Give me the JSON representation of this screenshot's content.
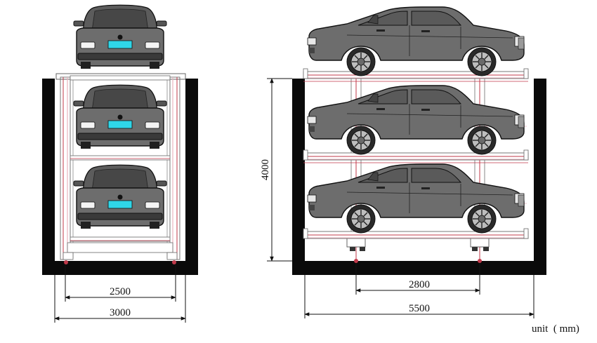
{
  "dimensions": {
    "left_inner_width": "2500",
    "left_outer_width": "3000",
    "right_inner_width": "2800",
    "right_outer_width": "5500",
    "height": "4000"
  },
  "unit_label": "unit  ( mm)",
  "colors": {
    "car_body": "#6d6d6d",
    "car_outline": "#1a1a1a",
    "plate": "#2fd6e8",
    "frame_red": "#c0394a",
    "frame_pink": "#e8b4bf",
    "pit": "#0a0a0a"
  }
}
